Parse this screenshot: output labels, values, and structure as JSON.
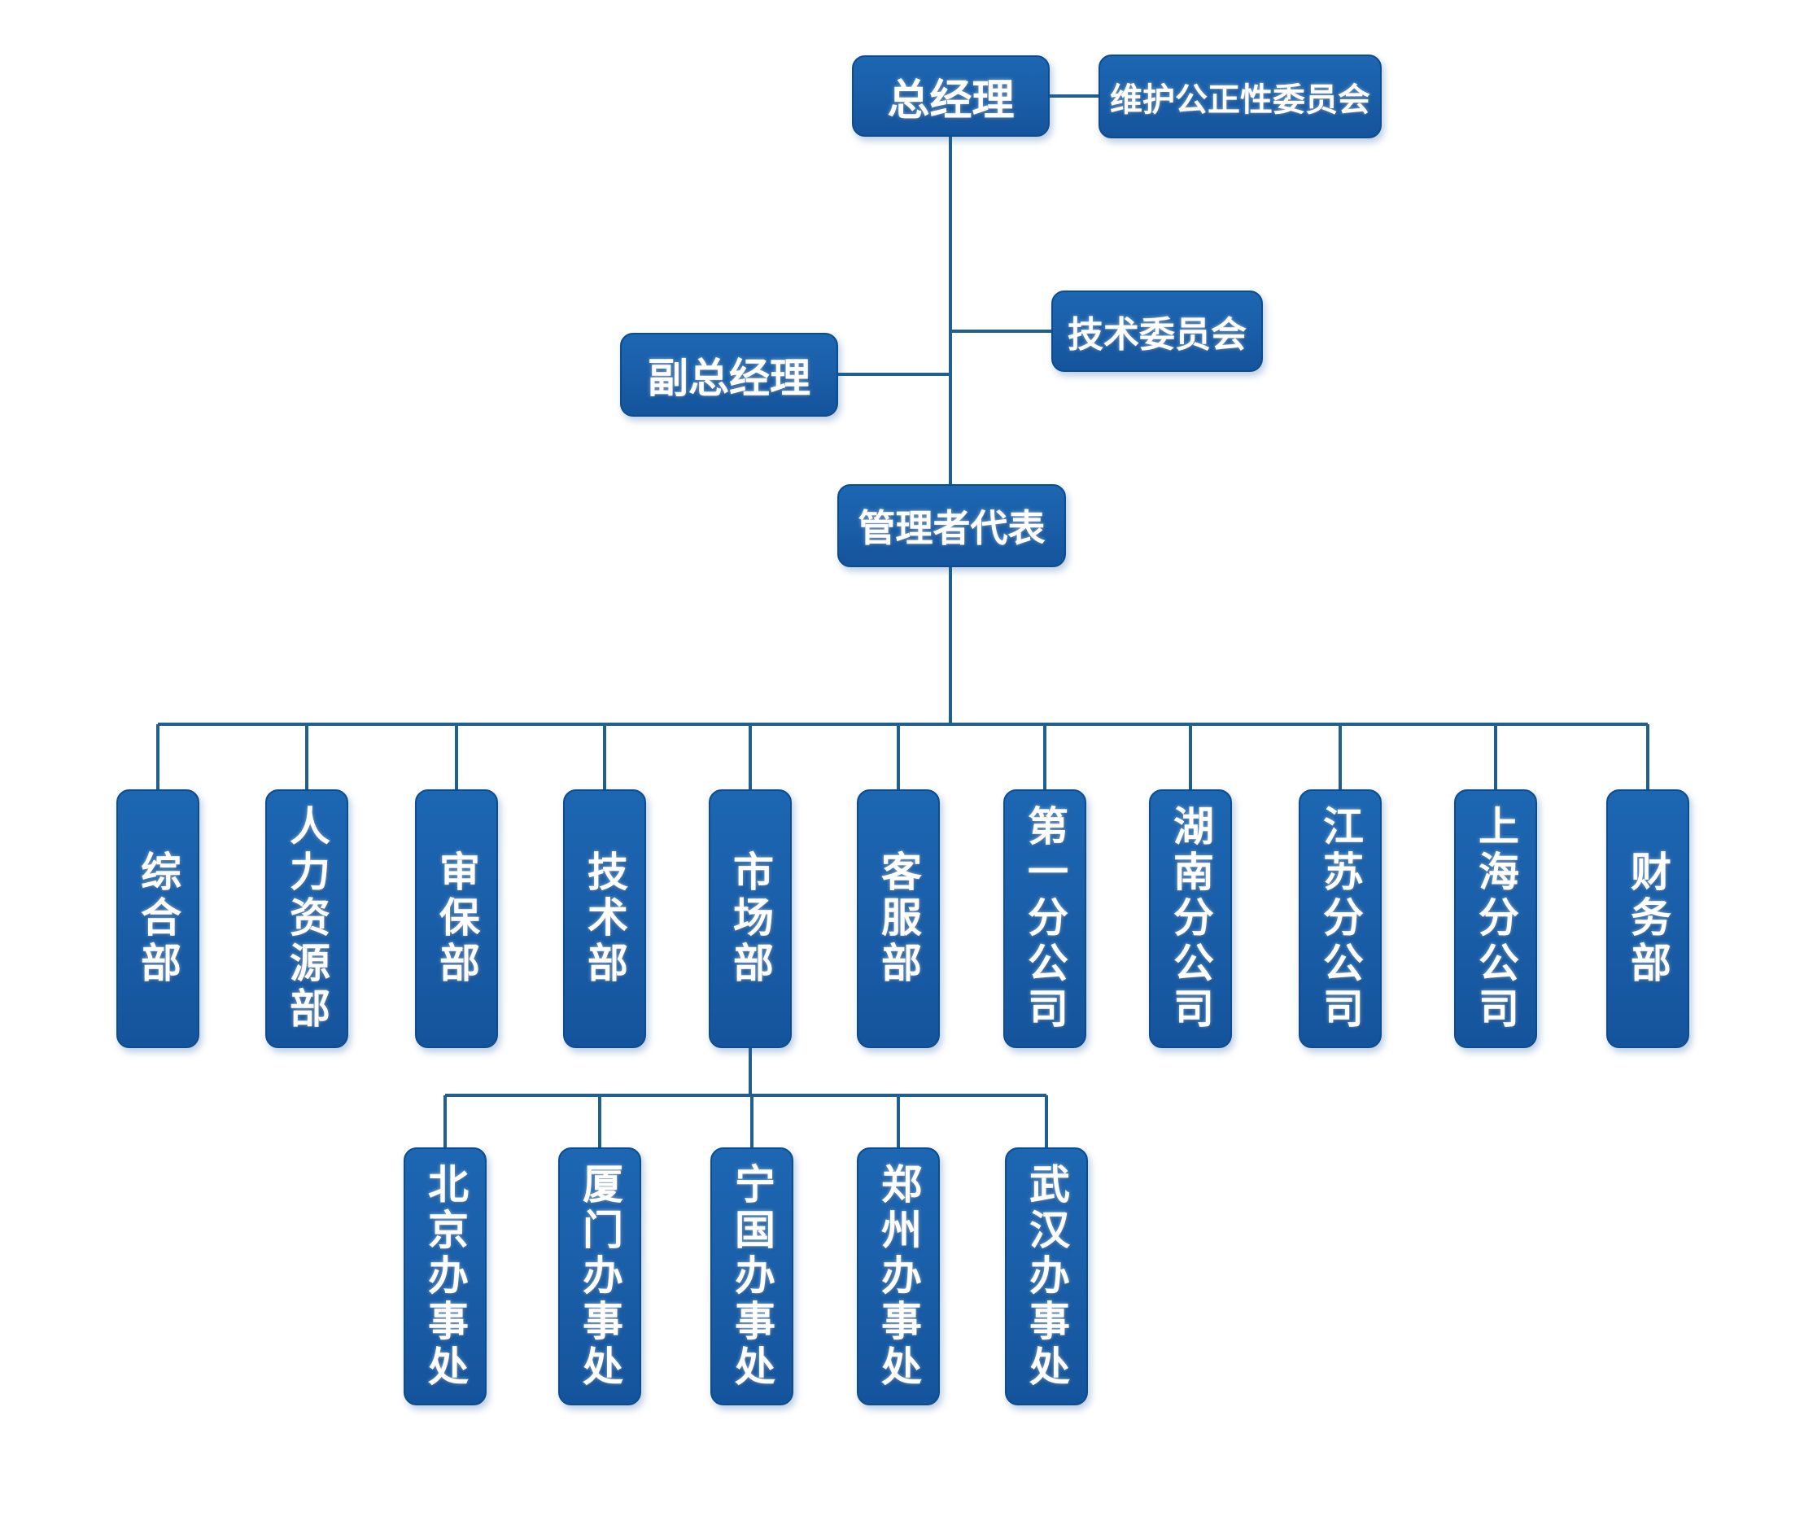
{
  "org": {
    "general_manager": "总经理",
    "impartiality_committee": "维护公正性委员会",
    "technical_committee": "技术委员会",
    "deputy_general_manager": "副总经理",
    "management_representative": "管理者代表",
    "departments": [
      "综合部",
      "人力资源部",
      "审保部",
      "技术部",
      "市场部",
      "客服部",
      "第一分公司",
      "湖南分公司",
      "江苏分公司",
      "上海分公司",
      "财务部"
    ],
    "offices": [
      "北京办事处",
      "厦门办事处",
      "宁国办事处",
      "郑州办事处",
      "武汉办事处"
    ]
  },
  "colors": {
    "box_fill": "#1a5fa9",
    "box_border": "#0d4c8e",
    "connector": "#20608f",
    "text": "#ffffff",
    "background": "#ffffff"
  }
}
